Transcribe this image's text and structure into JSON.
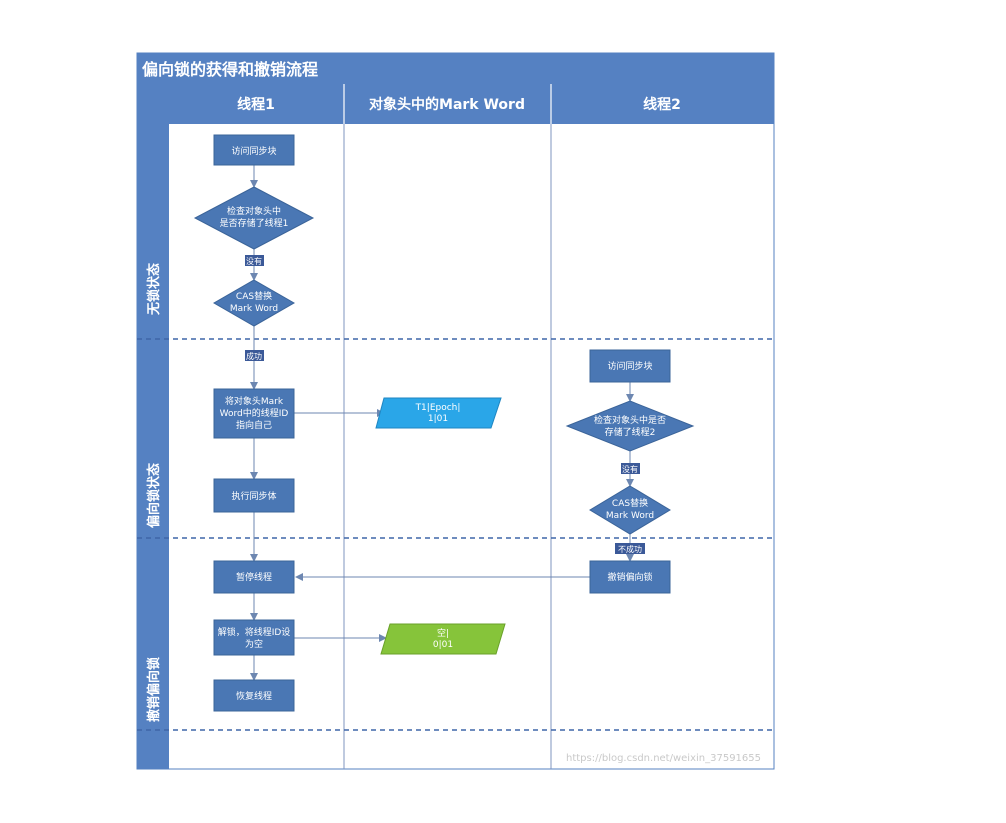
{
  "title": "偏向锁的获得和撤销流程",
  "columns": [
    "线程1",
    "对象头中的Mark Word",
    "线程2"
  ],
  "lanes": [
    "无锁状态",
    "偏向锁状态",
    "撤销偏向锁"
  ],
  "nodes": {
    "t1_access": "访问同步块",
    "t1_check_l1": "检查对象头中",
    "t1_check_l2": "是否存储了线程1",
    "t1_cas_l1": "CAS替换",
    "t1_cas_l2": "Mark Word",
    "t1_point_l1": "将对象头Mark",
    "t1_point_l2": "Word中的线程ID",
    "t1_point_l3": "指向自己",
    "t1_exec": "执行同步体",
    "t1_pause": "暂停线程",
    "t1_unlock_l1": "解锁，将线程ID设",
    "t1_unlock_l2": "为空",
    "t1_resume": "恢复线程",
    "mw_biased_l1": "T1|Epoch|",
    "mw_biased_l2": "1|01",
    "mw_empty_l1": "空|",
    "mw_empty_l2": "0|01",
    "t2_access": "访问同步块",
    "t2_check_l1": "检查对象头中是否",
    "t2_check_l2": "存储了线程2",
    "t2_cas_l1": "CAS替换",
    "t2_cas_l2": "Mark Word",
    "t2_revoke": "撤销偏向锁"
  },
  "edge_labels": {
    "no1": "没有",
    "success": "成功",
    "no2": "没有",
    "fail": "不成功"
  },
  "watermark": "https://blog.csdn.net/weixin_37591655",
  "colors": {
    "header": "#5581c2",
    "node": "#4a77b4",
    "node_border": "#3b6499",
    "edge": "#6d87b1",
    "lane_divider": "#3e66a8",
    "cyan": "#2aa6e8",
    "green": "#86c43a"
  }
}
